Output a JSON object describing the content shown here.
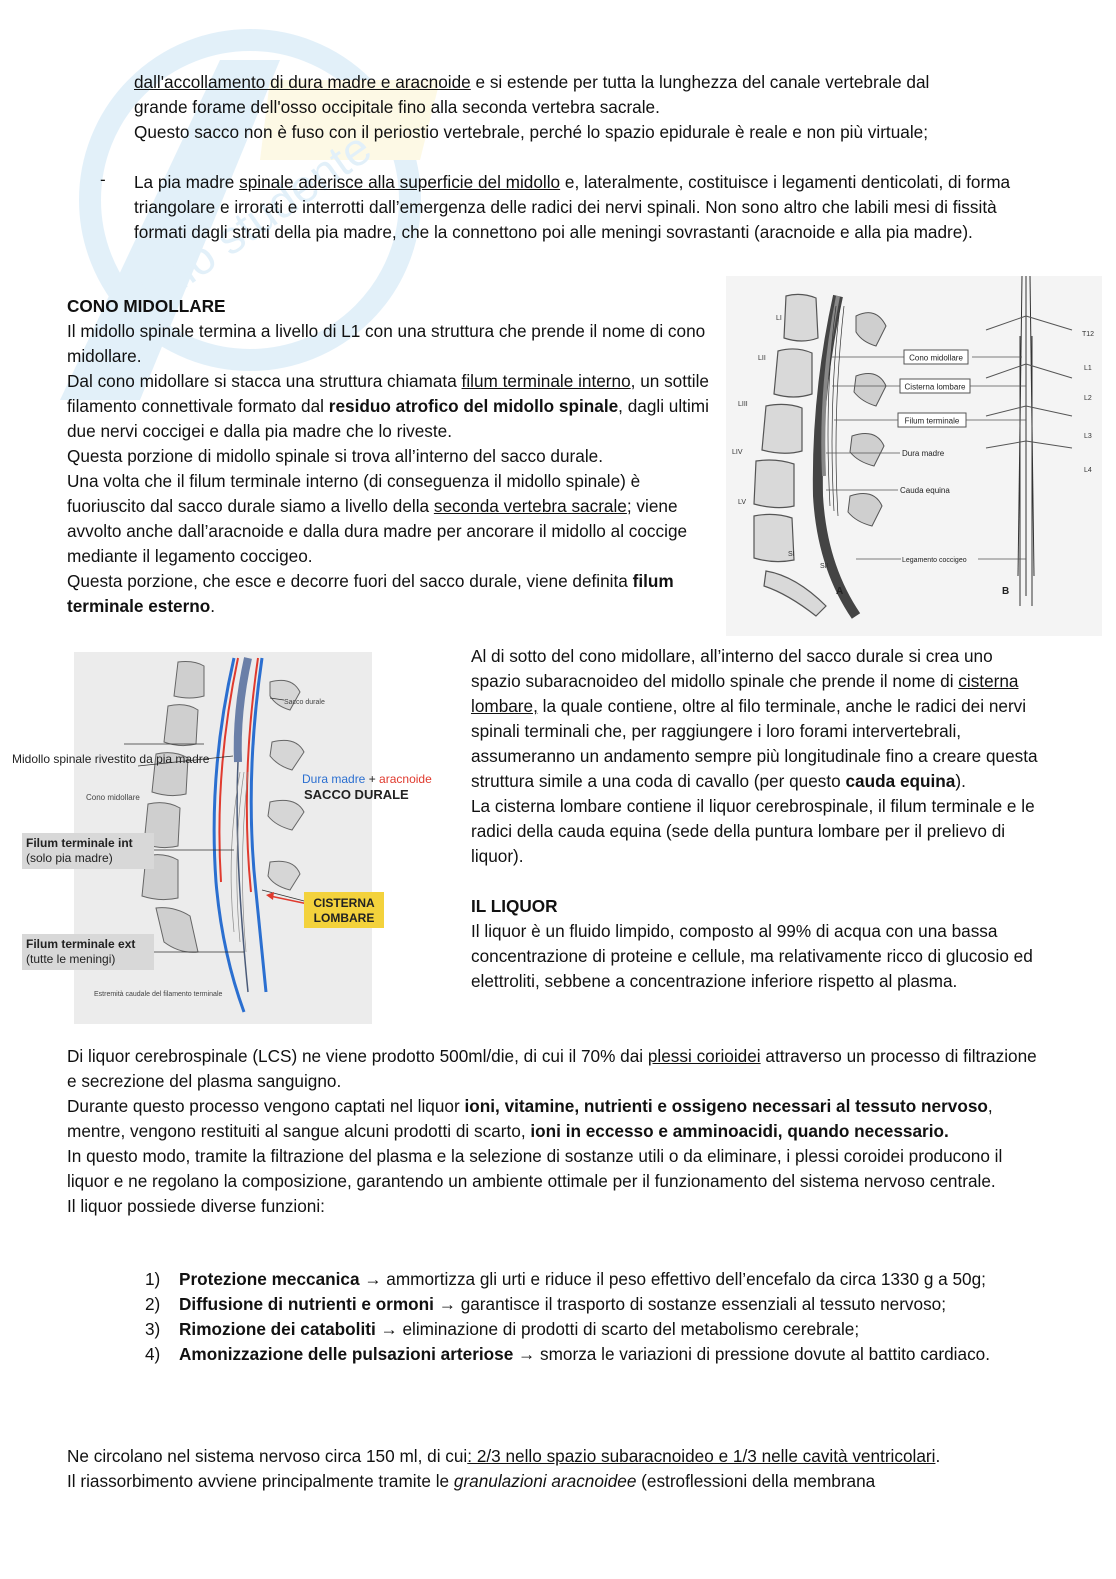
{
  "top": {
    "line1_u": "dall'accollamento di dura madre e aracnoide",
    "line1_rest": " e si estende per tutta la lunghezza del canale vertebrale dal",
    "line2": "grande forame dell'osso occipitale fino alla seconda vertebra sacrale.",
    "line3": "Questo sacco non è fuso con il periostio vertebrale, perché lo spazio epidurale è reale e non più virtuale;"
  },
  "pia": {
    "dash": "-",
    "a": "La pia madre ",
    "u": "spinale aderisce alla superficie del midollo",
    "b": " e, lateralmente, costituisce i legamenti denticolati, di forma triangolare e irrorati e interrotti dall’emergenza delle radici dei nervi spinali. Non sono altro che labili mesi di fissità formati dagli strati della pia madre, che la connettono poi alle meningi sovrastanti (aracnoide e alla pia madre)."
  },
  "cono": {
    "heading": "CONO MIDOLLARE",
    "p1": "Il midollo spinale termina a livello di L1 con una struttura che prende il nome di cono midollare.",
    "p2a": "Dal cono midollare si stacca una struttura chiamata ",
    "p2u": "filum terminale interno",
    "p2b": ", un sottile filamento connettivale formato dal ",
    "p2bold": "residuo atrofico del midollo spinale",
    "p2c": ", dagli ultimi due nervi coccigei e dalla pia madre che lo riveste.",
    "p3": "Questa porzione di midollo spinale si trova all’interno del sacco durale.",
    "p4a": "Una volta che il filum terminale interno (di conseguenza il midollo spinale) è fuoriuscito dal sacco durale siamo a livello della ",
    "p4u": "seconda vertebra sacrale",
    "p4b": "; viene avvolto anche dall’aracnoide e dalla dura madre per ancorare il midollo al coccige mediante il legamento coccigeo.",
    "p5a": "Questa porzione, che esce e decorre fuori del sacco durale, viene definita ",
    "p5bold": "filum terminale esterno",
    "p5b": "."
  },
  "fig1": {
    "vert_labels": [
      "LI",
      "LII",
      "LIII",
      "LIV",
      "LV",
      "SI",
      "SII"
    ],
    "right_levels": [
      "T12",
      "L1",
      "L2",
      "L3",
      "L4"
    ],
    "boxes": [
      "Cono midollare",
      "Cisterna lombare",
      "Filum terminale"
    ],
    "plain": [
      "Dura madre",
      "Cauda equina",
      "Legamento coccigeo"
    ],
    "panel_a": "A",
    "panel_b": "B"
  },
  "cisterna": {
    "p1a": "Al di sotto del cono midollare, all’interno del sacco durale si crea uno spazio subaracnoideo del midollo spinale che prende il nome di ",
    "p1u": "cisterna lombare,",
    "p1b": " la quale contiene, oltre al filo terminale, anche le radici dei nervi spinali terminali che, per raggiungere i loro forami intervertebrali, assumeranno un andamento sempre più longitudinale fino a creare questa struttura simile a una coda di cavallo (per questo ",
    "p1bold": "cauda equina",
    "p1c": ").",
    "p2": "La cisterna lombare contiene il liquor cerebrospinale, il filum terminale e le radici della cauda equina (sede della puntura lombare per il prelievo di liquor).",
    "heading": "IL LIQUOR",
    "p3": "Il liquor è un fluido limpido, composto al 99% di acqua con una bassa concentrazione di proteine e cellule, ma relativamente ricco di glucosio ed elettroliti, sebbene a concentrazione inferiore rispetto al plasma."
  },
  "fig2": {
    "midollo": "Midollo spinale rivestito da pia madre",
    "sacco_durale_small": "Sacco durale",
    "cono_small": "Cono midollare",
    "dura": "Dura madre",
    "plus": " + ",
    "aracnoide": "aracnoide",
    "sacco": "SACCO DURALE",
    "filum_int": "Filum terminale int",
    "filum_int_sub": "(solo pia madre)",
    "cisterna1": "CISTERNA",
    "cisterna2": "LOMBARE",
    "filum_ext": "Filum terminale ext",
    "filum_ext_sub": "(tutte le meningi)",
    "estremita": "Estremità caudale del filamento terminale"
  },
  "liquor": {
    "p1a": "Di liquor cerebrospinale (LCS) ne viene prodotto 500ml/die, di cui il 70% dai ",
    "p1u": "plessi corioidei",
    "p1b": " attraverso un processo di filtrazione e secrezione del plasma sanguigno.",
    "p2a": "Durante questo processo vengono captati nel liquor ",
    "p2bold": "ioni, vitamine, nutrienti e ossigeno necessari al tessuto nervoso",
    "p2b": ", mentre, vengono restituiti al sangue alcuni prodotti di scarto, ",
    "p2bold2": "ioni in eccesso e amminoacidi, quando necessario.",
    "p3": "In questo modo, tramite la filtrazione del plasma e la selezione di sostanze utili o da eliminare, i plessi coroidei producono il liquor e ne regolano la composizione, garantendo un ambiente ottimale per il funzionamento del sistema nervoso centrale.",
    "p4": "Il liquor possiede diverse funzioni:"
  },
  "functions": [
    {
      "num": "1)",
      "title": "Protezione meccanica",
      "text": " → ammortizza gli urti e riduce il peso effettivo dell’encefalo da circa 1330 g a 50g;"
    },
    {
      "num": "2)",
      "title": "Diffusione di nutrienti e ormoni",
      "text": " → garantisce il trasporto di sostanze essenziali al tessuto nervoso;"
    },
    {
      "num": "3)",
      "title": "Rimozione dei cataboliti",
      "text": " → eliminazione di prodotti di scarto del metabolismo cerebrale;"
    },
    {
      "num": "4)",
      "title": "Amonizzazione delle pulsazioni arteriose",
      "text": " → smorza le variazioni di pressione dovute al battito cardiaco."
    }
  ],
  "bottom": {
    "p1a": "Ne circolano nel sistema nervoso circa 150 ml, di cui",
    "p1u": ": 2/3 nello spazio subaracnoideo e 1/3 nelle cavità ventricolari",
    "p1b": ".",
    "p2a": "Il riassorbimento avviene principalmente tramite le ",
    "p2i": "granulazioni aracnoidee",
    "p2b": " (estroflessioni della membrana"
  },
  "watermark_color": "#2a8fd6",
  "accent_yellow": "#f3d23c",
  "dura_blue": "#2b6fd0",
  "arac_red": "#e03a2e"
}
